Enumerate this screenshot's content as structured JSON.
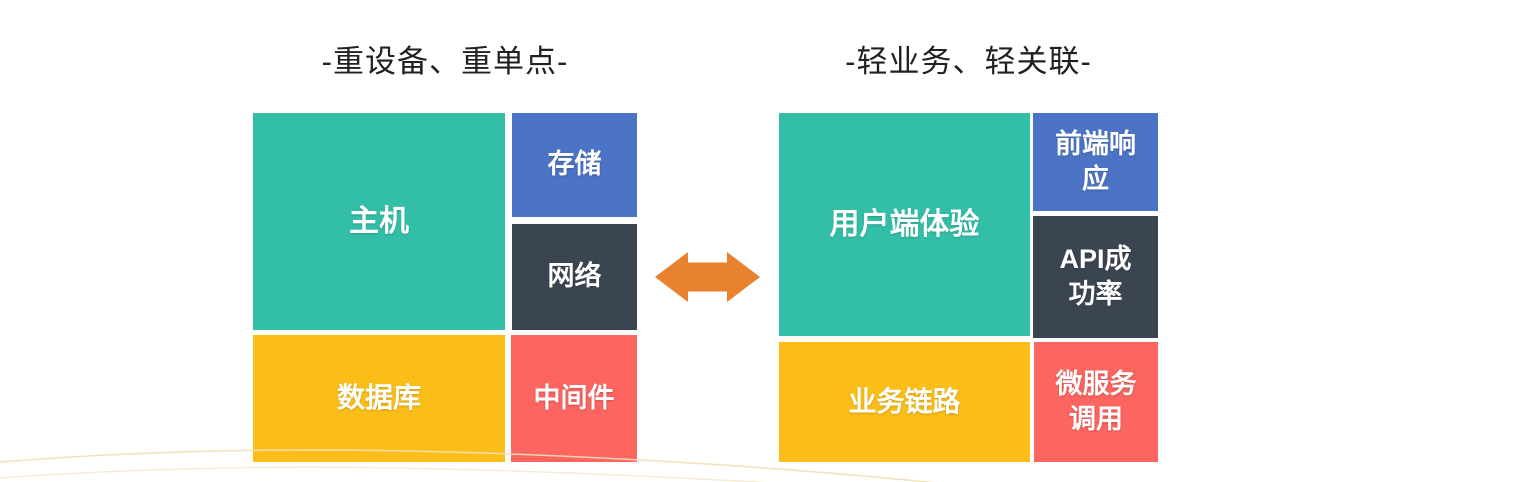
{
  "left_panel": {
    "title": "-重设备、重单点-",
    "blocks": [
      {
        "name": "host",
        "label": "主机",
        "color": "#33BFA7"
      },
      {
        "name": "storage",
        "label": "存储",
        "color": "#4C74C6"
      },
      {
        "name": "network",
        "label": "网络",
        "color": "#3B4552"
      },
      {
        "name": "database",
        "label": "数据库",
        "color": "#FBBE18"
      },
      {
        "name": "middleware",
        "label": "中间件",
        "color": "#FC6560"
      }
    ]
  },
  "right_panel": {
    "title": "-轻业务、轻关联-",
    "blocks": [
      {
        "name": "user-experience",
        "label": "用户端体验",
        "color": "#33BFA7"
      },
      {
        "name": "frontend-response",
        "label": "前端响应",
        "color": "#4C74C6"
      },
      {
        "name": "api-success-rate",
        "label": "API成功率",
        "color": "#3B4552"
      },
      {
        "name": "business-chain",
        "label": "业务链路",
        "color": "#FBBE18"
      },
      {
        "name": "microservice-call",
        "label": "微服务调用",
        "color": "#FC6560"
      }
    ]
  },
  "arrow": {
    "type": "double-headed-horizontal",
    "color": "#E8822E"
  },
  "decor": {
    "curve_color": "#EFE0B8"
  }
}
